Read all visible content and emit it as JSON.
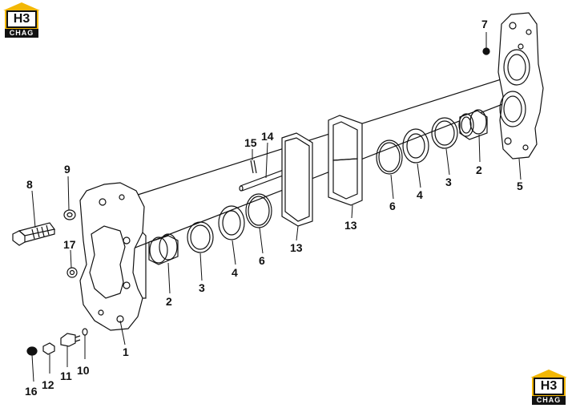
{
  "logo": {
    "mark": "H3",
    "word": "CHAG"
  },
  "callouts": {
    "c1": "1",
    "c2a": "2",
    "c2b": "2",
    "c3a": "3",
    "c3b": "3",
    "c4a": "4",
    "c4b": "4",
    "c5": "5",
    "c6a": "6",
    "c6b": "6",
    "c7": "7",
    "c8": "8",
    "c9": "9",
    "c10": "10",
    "c11": "11",
    "c12": "12",
    "c13a": "13",
    "c13b": "13",
    "c14": "14",
    "c15": "15",
    "c16": "16",
    "c17": "17"
  }
}
